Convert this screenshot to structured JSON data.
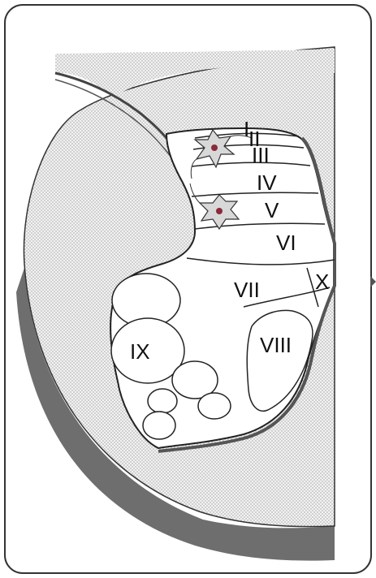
{
  "diagram": {
    "laminae": [
      {
        "id": "I",
        "label": "I"
      },
      {
        "id": "II",
        "label": "II"
      },
      {
        "id": "III",
        "label": "III"
      },
      {
        "id": "IV",
        "label": "IV"
      },
      {
        "id": "V",
        "label": "V"
      },
      {
        "id": "VI",
        "label": "VI"
      },
      {
        "id": "VII",
        "label": "VII"
      },
      {
        "id": "VIII",
        "label": "VIII"
      },
      {
        "id": "IX",
        "label": "IX"
      },
      {
        "id": "X",
        "label": "X"
      }
    ],
    "colors": {
      "background": "#ffffff",
      "frame_border": "#333333",
      "stipple_dot": "#7a7a7a",
      "stipple_fill": "#ebebeb",
      "shadow": "#6e6e6e",
      "outline": "#222222",
      "neuron_body": "#d8d8d8",
      "neuron_nucleus": "#8a2a3a"
    }
  }
}
